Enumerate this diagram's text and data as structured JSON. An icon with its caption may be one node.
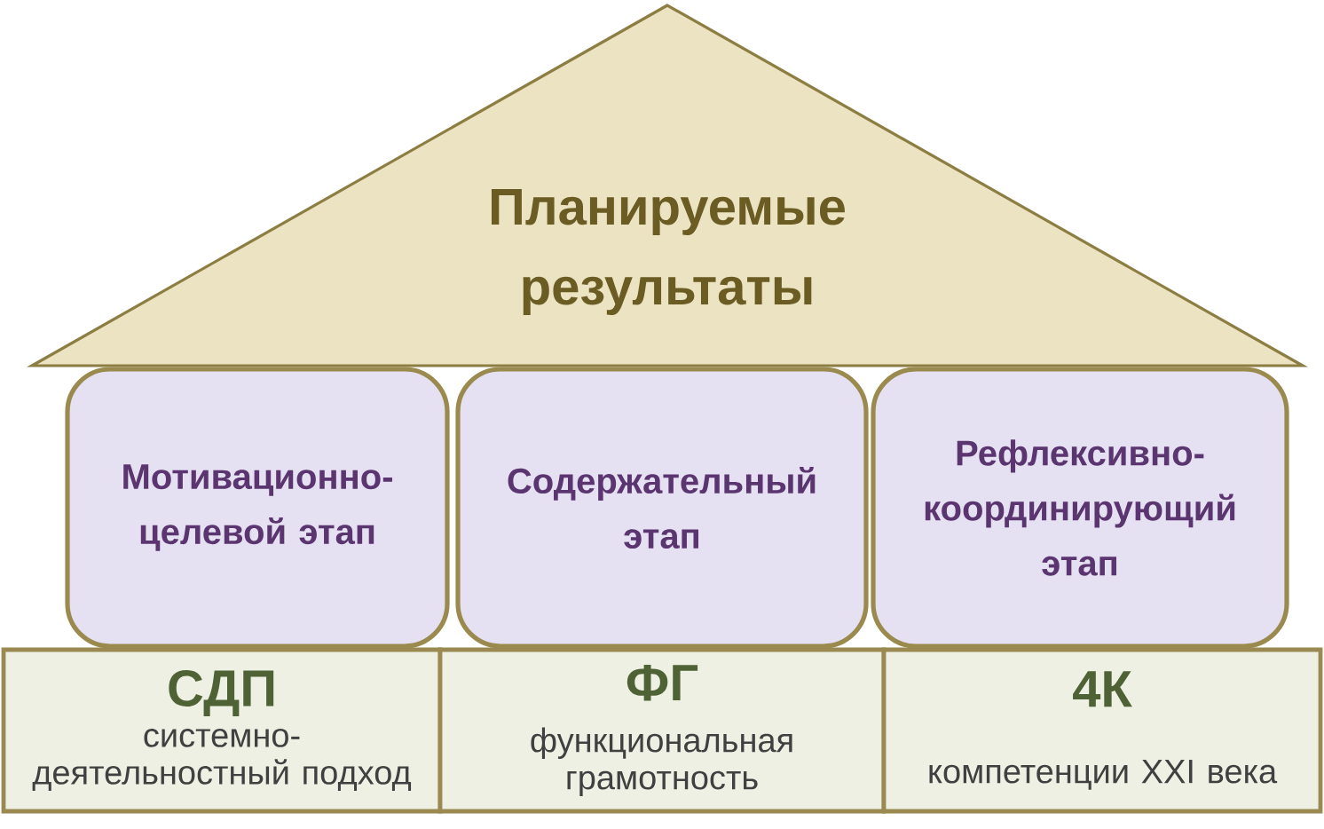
{
  "diagram": {
    "nodes": [
      {
        "text": [
          "Планируемые результаты"
        ]
      },
      {
        "text": [
          "Мотивационно- целевой этап"
        ]
      },
      {
        "text": [
          "Содержательный этап"
        ]
      },
      {
        "text": [
          "Рефлексивно- координирующий этап"
        ]
      },
      {
        "text": [
          "СДП",
          "системно- деятельностный подход"
        ]
      },
      {
        "text": [
          "ФГ",
          "функциональная грамотность"
        ]
      },
      {
        "text": [
          "4К",
          "компетенции XXI века"
        ]
      }
    ]
  }
}
